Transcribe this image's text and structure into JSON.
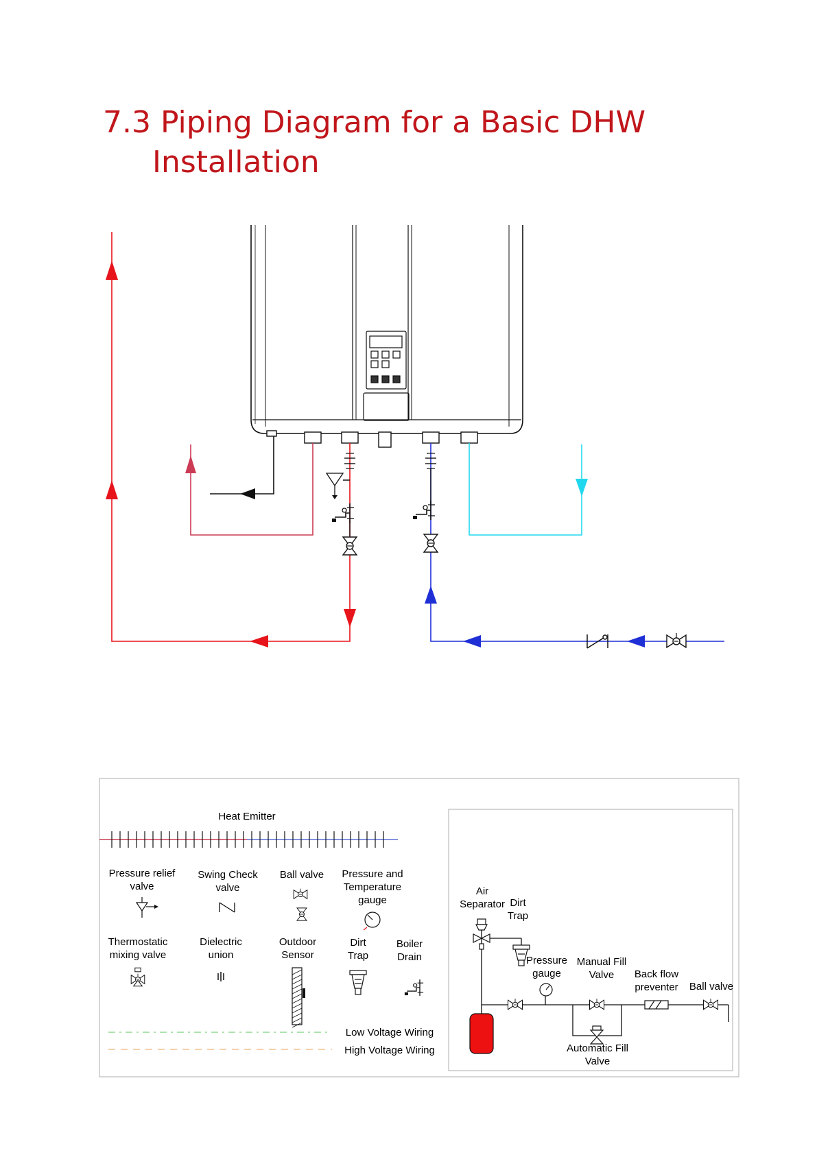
{
  "section": {
    "number": "7.3",
    "title_line1": "Piping Diagram for a Basic DHW",
    "title_line2": "Installation"
  },
  "colors": {
    "hot": "#e8141b",
    "cold": "#1f2fd6",
    "cyan": "#22d8ee",
    "pink": "#cc3b55",
    "title": "#c0161b",
    "tank": "#ee1111"
  },
  "legend": {
    "heat_emitter": "Heat Emitter",
    "pressure_relief": [
      "Pressure relief",
      "valve"
    ],
    "swing_check": [
      "Swing Check",
      "valve"
    ],
    "ball_valve": "Ball valve",
    "pt_gauge": [
      "Pressure and",
      "Temperature",
      "gauge"
    ],
    "thermostatic": [
      "Thermostatic",
      "mixing valve"
    ],
    "dielectric": [
      "Dielectric",
      "union"
    ],
    "outdoor_sensor": [
      "Outdoor",
      "Sensor"
    ],
    "dirt_trap": [
      "Dirt",
      "Trap"
    ],
    "boiler_drain": [
      "Boiler",
      "Drain"
    ],
    "low_voltage": "Low Voltage Wiring",
    "high_voltage": "High Voltage Wiring"
  },
  "fill_panel": {
    "air_separator": [
      "Air",
      "Separator"
    ],
    "dirt_trap": [
      "Dirt",
      "Trap"
    ],
    "pressure_gauge": [
      "Pressure",
      "gauge"
    ],
    "manual_fill": [
      "Manual Fill",
      "Valve"
    ],
    "back_flow": [
      "Back flow",
      "preventer"
    ],
    "ball_valve": "Ball valve",
    "auto_fill": [
      "Automatic Fill",
      "Valve"
    ]
  }
}
